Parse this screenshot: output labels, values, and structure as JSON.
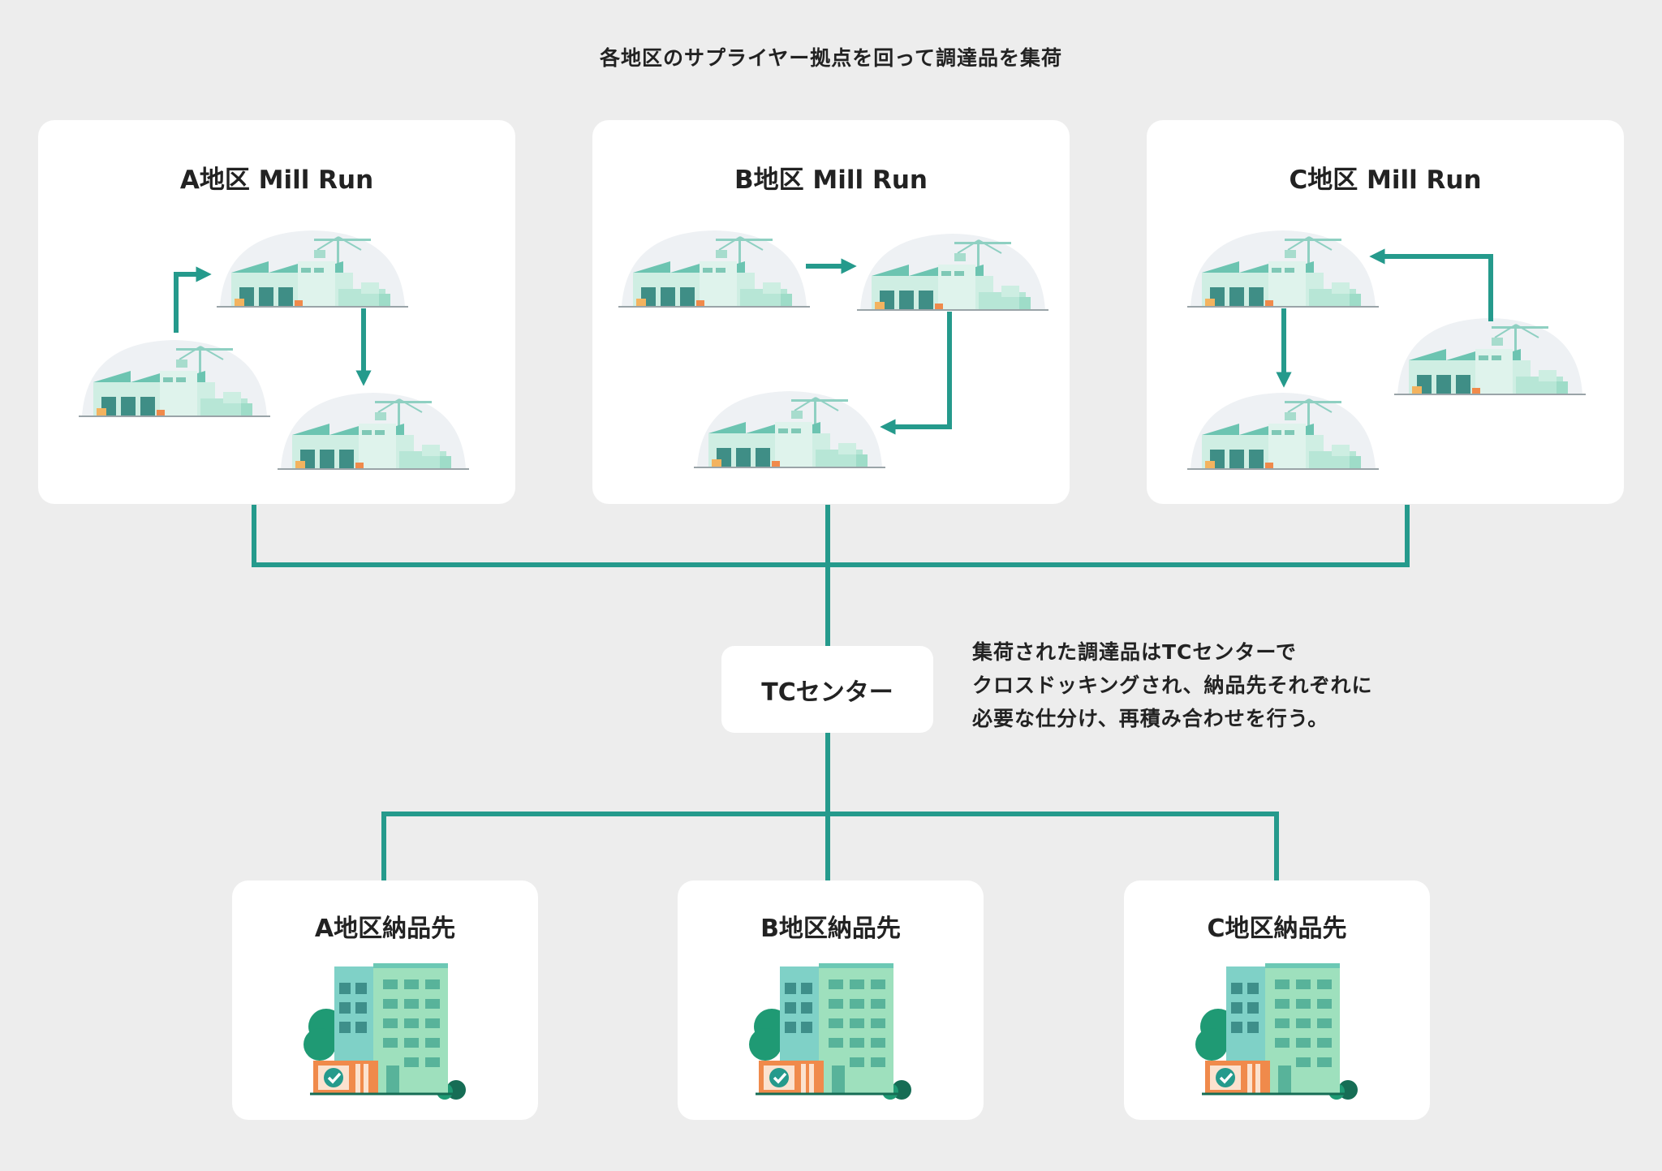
{
  "header": {
    "title": "各地区のサプライヤー拠点を回って調達品を集荷"
  },
  "mill_run": [
    {
      "label": "A地区 Mill Run"
    },
    {
      "label": "B地区 Mill Run"
    },
    {
      "label": "C地区 Mill Run"
    }
  ],
  "tc": {
    "label": "TCセンター",
    "description": [
      "集荷された調達品はTCセンターで",
      "クロスドッキングされ、納品先それぞれに",
      "必要な仕分け、再積み合わせを行う。"
    ]
  },
  "delivery": [
    {
      "label": "A地区納品先"
    },
    {
      "label": "B地区納品先"
    },
    {
      "label": "C地区納品先"
    }
  ],
  "colors": {
    "accent": "#259a8c",
    "background": "#ededed",
    "panel": "#ffffff",
    "building_teal": "#7fd1c7",
    "building_green": "#9ee0bd",
    "orange": "#f08a4b"
  }
}
